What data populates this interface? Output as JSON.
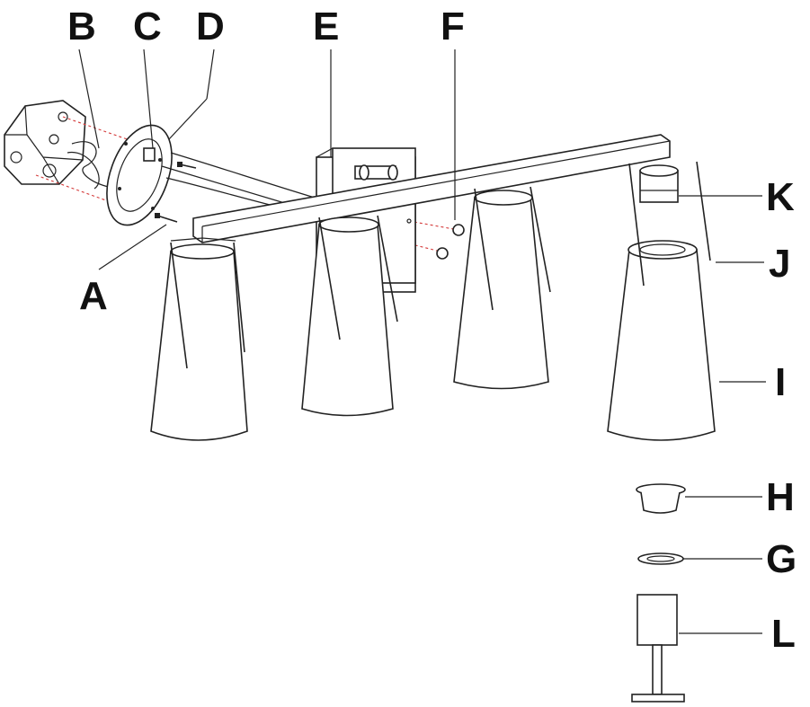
{
  "labels": {
    "A": "A",
    "B": "B",
    "C": "C",
    "D": "D",
    "E": "E",
    "F": "F",
    "G": "G",
    "H": "H",
    "I": "I",
    "J": "J",
    "K": "K",
    "L": "L"
  },
  "colors": {
    "line": "#222222",
    "guide": "#d43a3a",
    "background": "#ffffff"
  }
}
